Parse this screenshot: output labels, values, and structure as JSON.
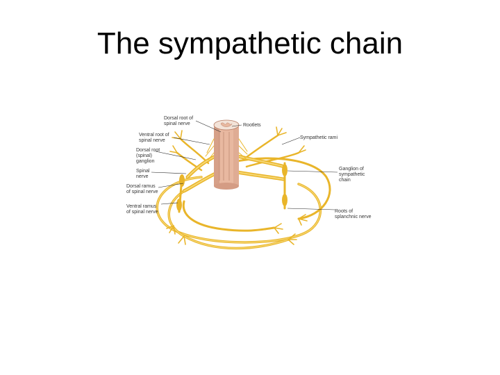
{
  "slide": {
    "title": "The sympathetic chain"
  },
  "figure": {
    "labels": {
      "dorsal_root_line1": "Dorsal root of",
      "dorsal_root_line2": "spinal nerve",
      "rootlets": "Rootlets",
      "ventral_root_line1": "Ventral root of",
      "ventral_root_line2": "spinal nerve",
      "drg_line1": "Dorsal root",
      "drg_line2": "(spinal)",
      "drg_line3": "ganglion",
      "spinal_nerve_line1": "Spinal",
      "spinal_nerve_line2": "nerve",
      "dorsal_ramus_line1": "Dorsal ramus",
      "dorsal_ramus_line2": "of spinal nerve",
      "ventral_ramus_line1": "Ventral ramus",
      "ventral_ramus_line2": "of spinal nerve",
      "sympathetic_rami": "Sympathetic rami",
      "ganglion_line1": "Ganglion of",
      "ganglion_line2": "sympathetic",
      "ganglion_line3": "chain",
      "splanchnic_line1": "Roots of",
      "splanchnic_line2": "splanchnic nerve"
    },
    "colors": {
      "nerve": "#e9b52a",
      "nerve_highlight": "#f6d774",
      "spinal_cord": "#e8b8a0",
      "spinal_cord_shade": "#c98f78",
      "grey_matter": "#f3e3d8"
    }
  }
}
